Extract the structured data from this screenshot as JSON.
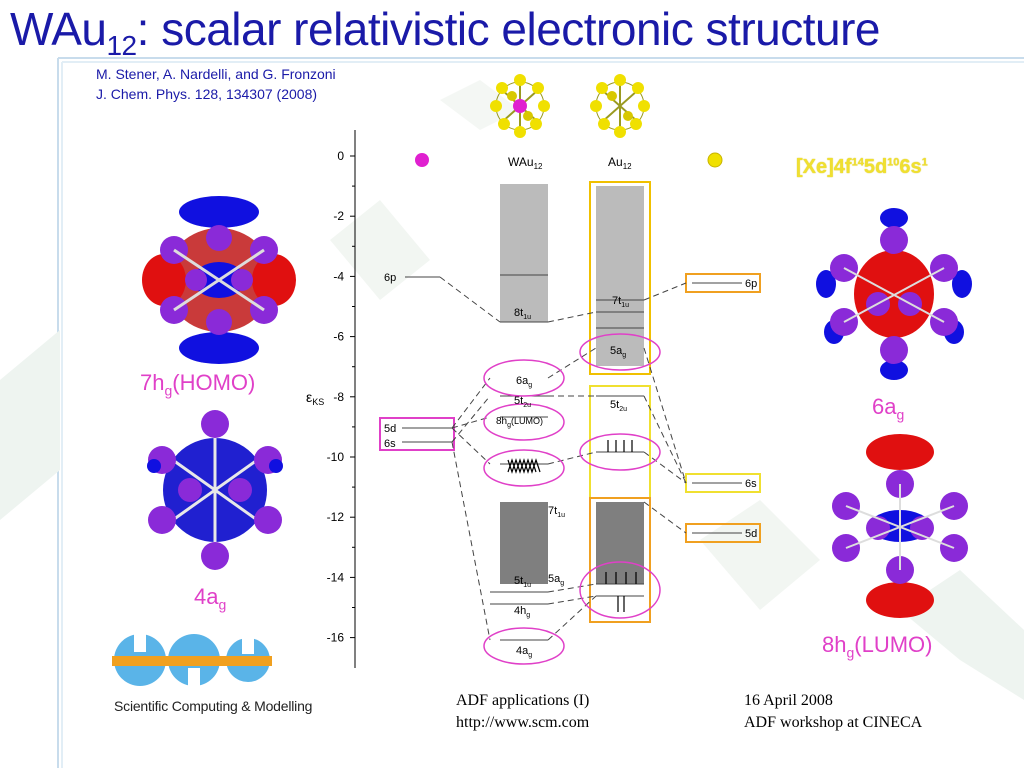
{
  "slide": {
    "title_main": "WAu",
    "title_sub": "12",
    "title_rest": ": scalar relativistic electronic structure",
    "authors": "M. Stener, A. Nardelli, and G. Fronzoni",
    "citation": "J. Chem. Phys. 128, 134307 (2008)",
    "config_base": "[Xe]4f",
    "config_f": "14",
    "config_d": "5d",
    "config_dn": "10",
    "config_s": "6s",
    "config_sn": "1",
    "footer_app": "ADF applications (I)",
    "footer_url": "http://www.scm.com",
    "footer_date": "16 April 2008",
    "footer_event": "ADF workshop at CINECA",
    "logo_text": "Scientific Computing & Modelling"
  },
  "orbital_labels": {
    "homo_main": "7h",
    "homo_sub": "g",
    "homo_rest": "(HOMO)",
    "a4_main": "4a",
    "a4_sub": "g",
    "a6_main": "6a",
    "a6_sub": "g",
    "lumo_main": "8h",
    "lumo_sub": "g",
    "lumo_rest": "(LUMO)"
  },
  "diagram": {
    "y_axis_label": "ε",
    "y_axis_sub": "KS",
    "y_ticks": [
      "0",
      "-2",
      "-4",
      "-6",
      "-8",
      "-10",
      "-12",
      "-14",
      "-16"
    ],
    "col_wau": "WAu",
    "col_wau_sub": "12",
    "col_au": "Au",
    "col_au_sub": "12",
    "w_levels": {
      "p": "6p",
      "d": "5d",
      "s": "6s"
    },
    "au_levels": {
      "p": "6p",
      "s": "6s",
      "d": "5d"
    },
    "wau_mo": {
      "t1u8": "8t",
      "t1u8_sub": "1u",
      "ag6": "6a",
      "ag6_sub": "g",
      "t2u5": "5t",
      "t2u5_sub": "2u",
      "hg8": "8h",
      "hg8_sub": "g",
      "hg8_rest": "(LUMO)",
      "t1u7": "7t",
      "t1u7_sub": "1u",
      "t1u5": "5t",
      "t1u5_sub": "1u",
      "ag5": "5a",
      "ag5_sub": "g",
      "hg4": "4h",
      "hg4_sub": "g",
      "ag4": "4a",
      "ag4_sub": "g"
    },
    "au_mo": {
      "t1u7": "7t",
      "t1u7_sub": "1u",
      "ag5": "5a",
      "ag5_sub": "g",
      "t2u5": "5t",
      "t2u5_sub": "2u"
    }
  },
  "colors": {
    "title": "#1a1aa8",
    "magenta": "#e040c8",
    "gold": "#f0e030",
    "orange": "#f0a020",
    "w_atom": "#e020d0",
    "au_atom": "#f0e000",
    "lobe_red": "#e01010",
    "lobe_blue": "#1010e0",
    "atom_purple": "#8a2ad8"
  }
}
